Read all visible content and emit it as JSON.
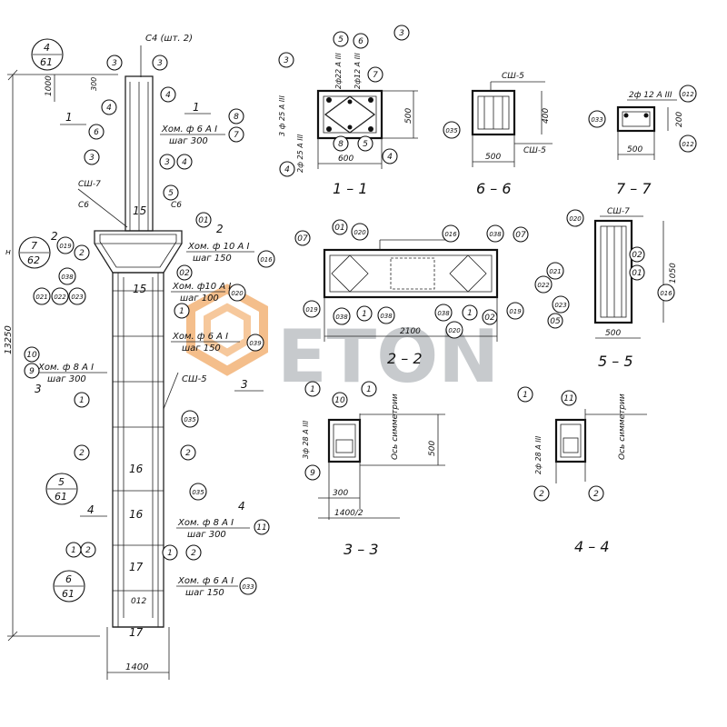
{
  "sheet_refs": [
    {
      "num": "4",
      "sheet": "61"
    },
    {
      "num": "7",
      "sheet": "62"
    },
    {
      "num": "5",
      "sheet": "61"
    },
    {
      "num": "6",
      "sheet": "61"
    }
  ],
  "column": {
    "top_label": "С4 (шт. 2)",
    "height_total": "13250",
    "height_small": "1000",
    "dim_300_top": "300",
    "width": "1400",
    "letter_n": "н",
    "blocks": [
      "15",
      "16",
      "16",
      "17",
      "17"
    ]
  },
  "annotations": [
    {
      "text": "Хом. ф 6 А I",
      "step": "шаг 300",
      "refs": [
        "8",
        "7"
      ]
    },
    {
      "text": "Хом. ф 10 А I",
      "step": "шаг 150",
      "refs": [
        "016"
      ]
    },
    {
      "text": "Хом. ф10 А I",
      "step": "шаг 100",
      "refs": [
        "020"
      ]
    },
    {
      "text": "Хом. ф 6 А I",
      "step": "",
      "refs": [
        "039"
      ]
    },
    {
      "text": "Хом. ф 8 А I",
      "step": "шаг 300",
      "refs": [
        "10",
        "9"
      ]
    },
    {
      "text": "Хом. ф 8 А I",
      "step": "шаг 300",
      "refs": [
        "11"
      ]
    },
    {
      "text": "Хом. ф 6 А I",
      "step": "шаг 150",
      "refs": [
        "033"
      ]
    }
  ],
  "labels": {
    "sw7": "СШ-7",
    "c6a": "С6",
    "c6b": "С6",
    "sw5": "СШ-5",
    "pos3": "3",
    "pos4": "4",
    "pos1": "1",
    "pos2": "2",
    "num012": "012"
  },
  "sections": [
    {
      "id": "s11",
      "title": "1 – 1",
      "dims": [
        "600",
        "500"
      ],
      "bars": [
        "3 ф 25 А III",
        "2ф 25 А III",
        "2ф22 А III",
        "2ф12 А III"
      ],
      "balloons": [
        "3",
        "5",
        "6",
        "3",
        "7",
        "8",
        "5",
        "4",
        "4"
      ]
    },
    {
      "id": "s66",
      "title": "6 – 6",
      "dims": [
        "500",
        "400"
      ],
      "marks": [
        "СШ-5",
        "СШ-5"
      ],
      "balloons": [
        "035"
      ]
    },
    {
      "id": "s77",
      "title": "7 – 7",
      "dims": [
        "500",
        "200"
      ],
      "bars": [
        "2ф 12 А III"
      ],
      "balloons": [
        "012",
        "012",
        "033"
      ]
    },
    {
      "id": "s22",
      "title": "2 – 2",
      "dims": [
        "2100"
      ],
      "balloons": [
        "07",
        "01",
        "020",
        "016",
        "038",
        "07",
        "019",
        "038",
        "1",
        "038",
        "038",
        "1",
        "02",
        "019",
        "020"
      ]
    },
    {
      "id": "s55",
      "title": "5 – 5",
      "dims": [
        "500",
        "1050"
      ],
      "marks": [
        "СШ-7"
      ],
      "balloons": [
        "020",
        "02",
        "021",
        "01",
        "022",
        "016",
        "023",
        "05"
      ]
    },
    {
      "id": "s33",
      "title": "3 – 3",
      "dims": [
        "300",
        "1400/2",
        "500"
      ],
      "bars": [
        "3ф 28 А III"
      ],
      "axis": "Ось симметрии",
      "balloons": [
        "1",
        "10",
        "1",
        "9"
      ]
    },
    {
      "id": "s44",
      "title": "4 – 4",
      "dims": [],
      "bars": [
        "2ф 28 А III"
      ],
      "axis": "Ось симметрии",
      "balloons": [
        "1",
        "11",
        "2",
        "2"
      ]
    }
  ],
  "watermark": {
    "text": "ETON",
    "color": "#f0a35a"
  },
  "col_balloons_left": [
    "3",
    "4",
    "6",
    "3",
    "2",
    "019",
    "038",
    "021",
    "022",
    "023",
    "10",
    "9",
    "1",
    "2",
    "1",
    "2"
  ],
  "col_balloons_right": [
    "3",
    "4",
    "8",
    "7",
    "3",
    "4",
    "5",
    "01",
    "016",
    "02",
    "020",
    "1",
    "039",
    "035",
    "2",
    "035",
    "11",
    "1",
    "2",
    "033"
  ]
}
